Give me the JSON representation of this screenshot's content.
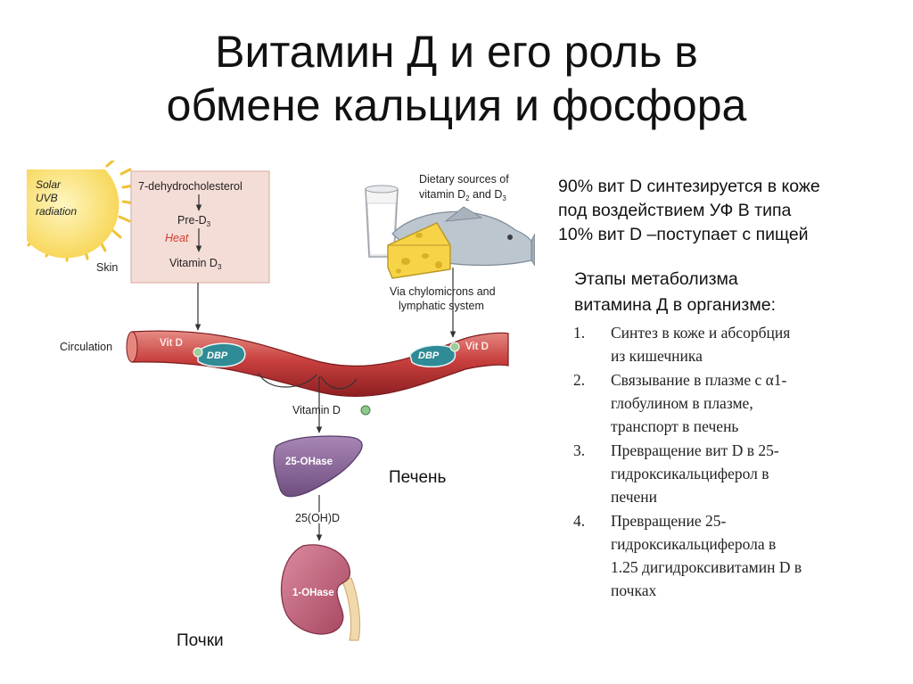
{
  "title": {
    "line1": "Витамин Д и его роль в",
    "line2": "обмене кальция и фосфора"
  },
  "diagram": {
    "solar": [
      "Solar",
      "UVB",
      "radiation"
    ],
    "skin_label": "Skin",
    "skin_steps": {
      "precursor": "7-dehydrocholesterol",
      "pre": "Pre-D",
      "pre_sub": "3",
      "heat": "Heat",
      "vitamin": "Vitamin D",
      "vitamin_sub": "3"
    },
    "dietary": {
      "line1": "Dietary sources of",
      "line2_a": "vitamin D",
      "line2_sub1": "2",
      "line2_b": " and D",
      "line2_sub2": "3"
    },
    "chylo": [
      "Via chylomicrons and",
      "lymphatic system"
    ],
    "circulation_label": "Circulation",
    "vit_d_left": "Vit D",
    "vit_d_right": "Vit D",
    "dbp_left": "DBP",
    "dbp_right": "DBP",
    "vitamin_d_free": "Vitamin D",
    "liver_enzyme": "25-OHase",
    "metabolite": "25(OH)D",
    "kidney_enzyme": "1-OHase",
    "colors": {
      "vessel": "#c8403e",
      "vessel_dark": "#8e1f22",
      "liver": "#8e6a9e",
      "kidney": "#c5687f",
      "dbp": "#2f8b95",
      "skin_box": "#f4ddd6",
      "heat": "#d23c2f",
      "sun": "#f6d24a"
    }
  },
  "liver_label": "Печень",
  "kidney_label": "Почки",
  "info": {
    "line1": "90% вит D синтезируется в коже",
    "line2": "под воздействием УФ В типа",
    "line3": "10% вит D –поступает с пищей"
  },
  "stages_title": {
    "line1": "Этапы метаболизма",
    "line2": "витамина Д в организме:"
  },
  "stages": [
    {
      "num": "1.",
      "lines": [
        "Синтез в коже и абсорбция",
        "из кишечника"
      ]
    },
    {
      "num": "2.",
      "lines": [
        "Связывание в плазме с α1-",
        "глобулином в плазме,",
        "транспорт в печень"
      ]
    },
    {
      "num": "3.",
      "lines": [
        "Превращение вит D в 25-",
        "гидроксикальциферол в",
        "печени"
      ]
    },
    {
      "num": "4.",
      "lines": [
        "Превращение 25-",
        "гидроксикальциферола в",
        "1.25 дигидроксивитамин D в",
        "почках"
      ]
    }
  ]
}
